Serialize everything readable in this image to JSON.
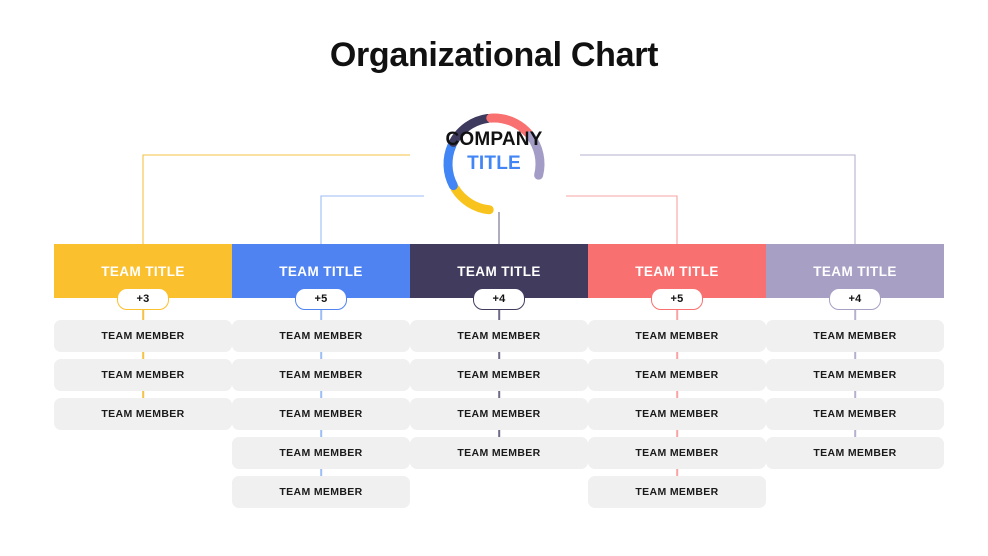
{
  "page": {
    "title": "Organizational Chart",
    "background": "#ffffff"
  },
  "hub": {
    "line1": "COMPANY",
    "line2": "TITLE",
    "line1_color": "#111111",
    "line2_color": "#4285F4",
    "arcs": [
      {
        "name": "arc-yellow",
        "color": "#F9C31E"
      },
      {
        "name": "arc-blue",
        "color": "#4285F4"
      },
      {
        "name": "arc-navy",
        "color": "#3E3A5E"
      },
      {
        "name": "arc-coral",
        "color": "#F97070"
      },
      {
        "name": "arc-purple",
        "color": "#A39CC6"
      }
    ]
  },
  "member_label": "TEAM MEMBER",
  "columns": [
    {
      "id": "team-1",
      "title": "TEAM TITLE",
      "badge": "+3",
      "color": "#FBC02D",
      "line_color": "#F5C344",
      "member_count": 3,
      "members": [
        "TEAM MEMBER",
        "TEAM MEMBER",
        "TEAM MEMBER"
      ]
    },
    {
      "id": "team-2",
      "title": "TEAM TITLE",
      "badge": "+5",
      "color": "#4F83F1",
      "line_color": "#9CBEF5",
      "member_count": 5,
      "members": [
        "TEAM MEMBER",
        "TEAM MEMBER",
        "TEAM MEMBER",
        "TEAM MEMBER",
        "TEAM MEMBER"
      ]
    },
    {
      "id": "team-3",
      "title": "TEAM TITLE",
      "badge": "+4",
      "color": "#413C5E",
      "line_color": "#6E6A89",
      "member_count": 4,
      "members": [
        "TEAM MEMBER",
        "TEAM MEMBER",
        "TEAM MEMBER",
        "TEAM MEMBER"
      ]
    },
    {
      "id": "team-4",
      "title": "TEAM TITLE",
      "badge": "+5",
      "color": "#F97070",
      "line_color": "#F9A3A3",
      "member_count": 5,
      "members": [
        "TEAM MEMBER",
        "TEAM MEMBER",
        "TEAM MEMBER",
        "TEAM MEMBER",
        "TEAM MEMBER"
      ]
    },
    {
      "id": "team-5",
      "title": "TEAM TITLE",
      "badge": "+4",
      "color": "#A79FC4",
      "line_color": "#B6B0CF",
      "member_count": 4,
      "members": [
        "TEAM MEMBER",
        "TEAM MEMBER",
        "TEAM MEMBER",
        "TEAM MEMBER"
      ]
    }
  ]
}
